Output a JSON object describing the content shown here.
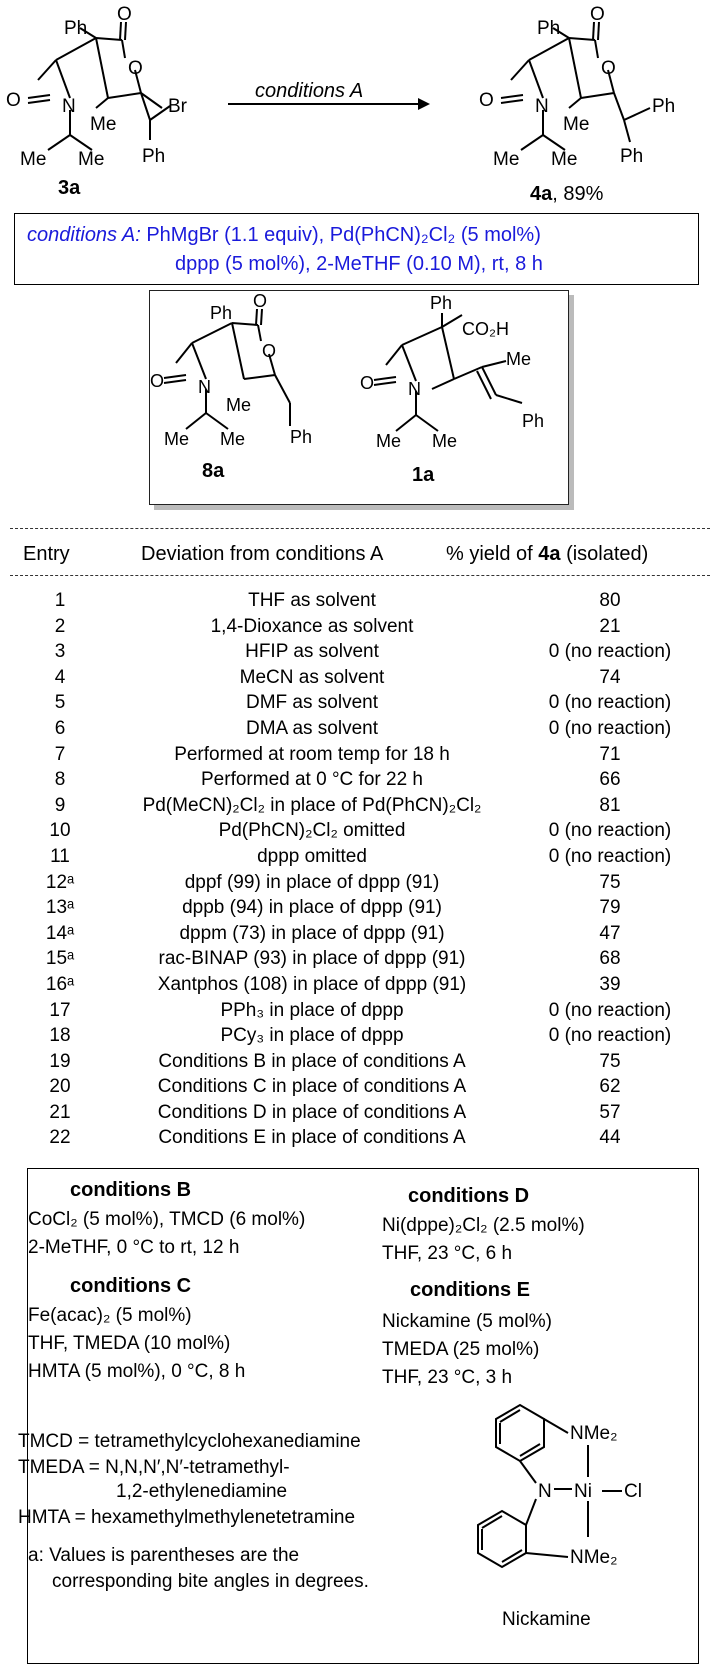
{
  "scheme": {
    "arrow_label": "conditions A",
    "sm_label": "3a",
    "prod_label": "4a",
    "prod_yield": ", 89%",
    "atoms": {
      "ph": "Ph",
      "br": "Br",
      "me": "Me",
      "o": "O",
      "n": "N"
    },
    "conditions_a_label": "conditions A:",
    "conditions_a_line1": "PhMgBr (1.1 equiv), Pd(PhCN)₂Cl₂ (5 mol%)",
    "conditions_a_line2": "dppp (5 mol%), 2-MeTHF (0.10 M), rt, 8 h"
  },
  "inset": {
    "label_8a": "8a",
    "label_1a": "1a",
    "co2h": "CO₂H"
  },
  "table": {
    "headers": {
      "entry": "Entry",
      "deviation": "Deviation from conditions A",
      "yield_prefix": "% yield of ",
      "yield_bold": "4a",
      "yield_suffix": " (isolated)"
    },
    "rows": [
      {
        "entry": "1",
        "dev": "THF as solvent",
        "yield": "80"
      },
      {
        "entry": "2",
        "dev": "1,4-Dioxance as solvent",
        "yield": "21"
      },
      {
        "entry": "3",
        "dev": "HFIP as solvent",
        "yield": "0 (no reaction)"
      },
      {
        "entry": "4",
        "dev": "MeCN as solvent",
        "yield": "74"
      },
      {
        "entry": "5",
        "dev": "DMF as solvent",
        "yield": "0 (no reaction)"
      },
      {
        "entry": "6",
        "dev": "DMA as solvent",
        "yield": "0 (no reaction)"
      },
      {
        "entry": "7",
        "dev": "Performed at room temp for 18 h",
        "yield": "71"
      },
      {
        "entry": "8",
        "dev": "Performed at 0 °C for 22 h",
        "yield": "66"
      },
      {
        "entry": "9",
        "dev": "Pd(MeCN)₂Cl₂ in place of Pd(PhCN)₂Cl₂",
        "yield": "81"
      },
      {
        "entry": "10",
        "dev": "Pd(PhCN)₂Cl₂ omitted",
        "yield": "0 (no reaction)"
      },
      {
        "entry": "11",
        "dev": "dppp omitted",
        "yield": "0 (no reaction)"
      },
      {
        "entry": "12ᵃ",
        "dev": "dppf (99) in place of dppp (91)",
        "yield": "75"
      },
      {
        "entry": "13ᵃ",
        "dev": "dppb (94) in place of dppp (91)",
        "yield": "79"
      },
      {
        "entry": "14ᵃ",
        "dev": "dppm (73) in place of dppp (91)",
        "yield": "47"
      },
      {
        "entry": "15ᵃ",
        "dev": "rac-BINAP (93) in place of dppp (91)",
        "yield": "68"
      },
      {
        "entry": "16ᵃ",
        "dev": "Xantphos (108) in place of dppp (91)",
        "yield": "39"
      },
      {
        "entry": "17",
        "dev": "PPh₃ in place of dppp",
        "yield": "0 (no reaction)"
      },
      {
        "entry": "18",
        "dev": "PCy₃ in place of dppp",
        "yield": "0 (no reaction)"
      },
      {
        "entry": "19",
        "dev": "Conditions B in place of conditions A",
        "yield": "75"
      },
      {
        "entry": "20",
        "dev": "Conditions C in place of conditions A",
        "yield": "62"
      },
      {
        "entry": "21",
        "dev": "Conditions D in place of conditions A",
        "yield": "57"
      },
      {
        "entry": "22",
        "dev": "Conditions E in place of conditions A",
        "yield": "44"
      }
    ]
  },
  "conditions": {
    "b_title": "conditions B",
    "b_line1": "CoCl₂ (5 mol%), TMCD (6 mol%)",
    "b_line2": "2-MeTHF, 0 °C to rt, 12 h",
    "c_title": "conditions C",
    "c_line1": "Fe(acac)₂ (5 mol%)",
    "c_line2": "THF, TMEDA (10 mol%)",
    "c_line3": "HMTA (5 mol%), 0 °C, 8 h",
    "d_title": "conditions D",
    "d_line1": "Ni(dppe)₂Cl₂ (2.5 mol%)",
    "d_line2": "THF, 23 °C, 6 h",
    "e_title": "conditions E",
    "e_line1": "Nickamine (5 mol%)",
    "e_line2": "TMEDA (25 mol%)",
    "e_line3": "THF, 23 °C, 3 h",
    "abbr_tmcd": "TMCD = tetramethylcyclohexanediamine",
    "abbr_tmeda_1": "TMEDA = N,N,N′,N′-tetramethyl-",
    "abbr_tmeda_2": "1,2-ethylenediamine",
    "abbr_hmta": "HMTA = hexamethylmethylenetetramine",
    "footnote_1": "a: Values is parentheses are the",
    "footnote_2": "corresponding bite angles in degrees.",
    "nickamine_label": "Nickamine",
    "nickamine_atoms": {
      "nme2": "NMe₂",
      "n": "N",
      "ni": "Ni",
      "cl": "Cl"
    }
  }
}
